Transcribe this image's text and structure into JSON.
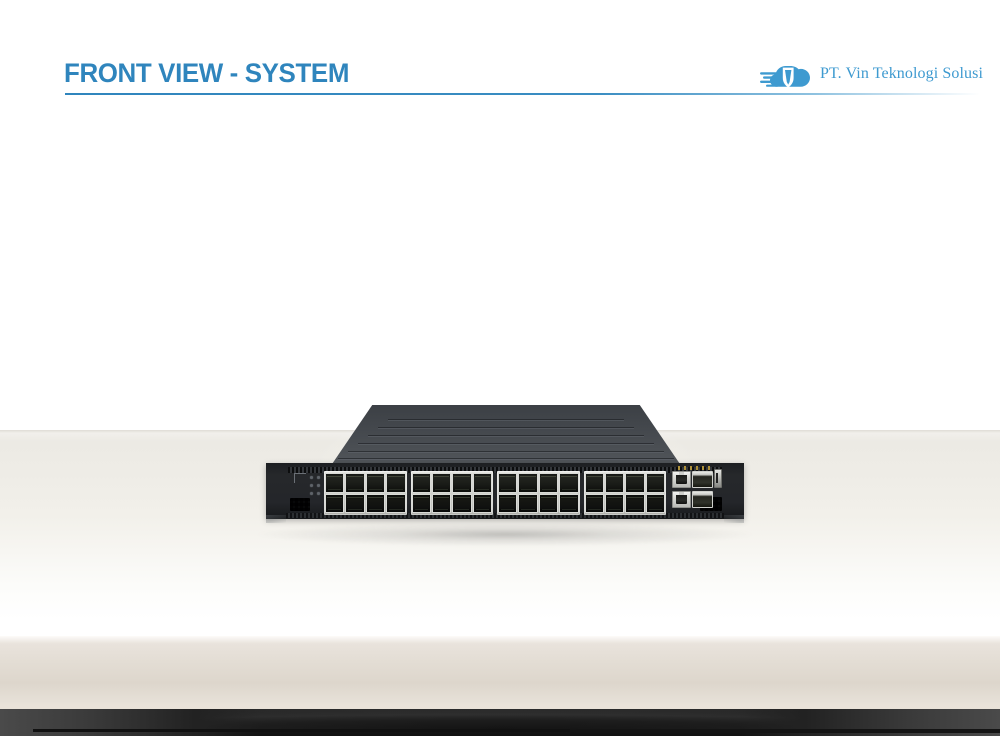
{
  "slide": {
    "title": "FRONT VIEW - SYSTEM",
    "accent_color": "#2f85bd",
    "background_color": "#ffffff"
  },
  "logo": {
    "company_name": "PT. Vin Teknologi Solusi",
    "mark_name": "cloud-speed-v-shield-logo",
    "mark_color": "#3e9ad0",
    "text_color": "#3e9ad0"
  },
  "device": {
    "name": "rack-mount-network-switch",
    "form_factor": "1U",
    "chassis_color": "#24262a",
    "top_color": "#4a4e53",
    "sfp_group_count": 4,
    "sfp_columns_per_group": 4,
    "sfp_rows": 2,
    "sfp_port_total": 32,
    "management_ports": {
      "rj45_count": 2,
      "dark_port_count": 2,
      "usb_count": 1
    },
    "left_led_count": 6
  },
  "background": {
    "floor_band_color": "#efedE7",
    "tan_band_color": "#ddd6cc",
    "dark_band_color": "#1b1b1b"
  }
}
